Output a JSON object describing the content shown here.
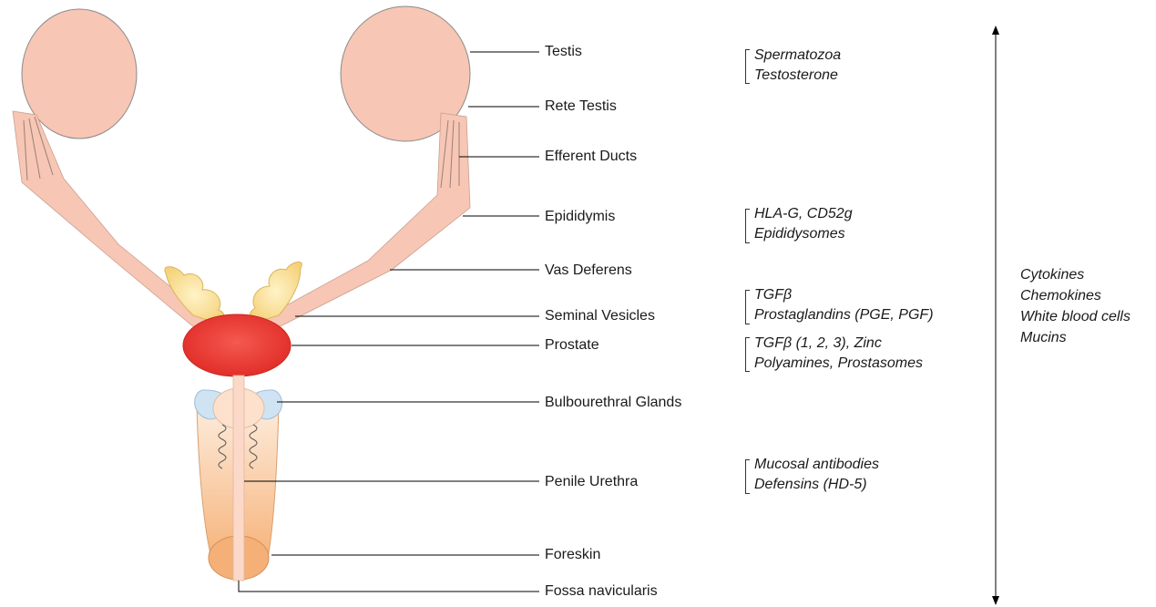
{
  "structures": [
    {
      "key": "testis",
      "label": "Testis"
    },
    {
      "key": "rete_testis",
      "label": "Rete Testis"
    },
    {
      "key": "efferent_ducts",
      "label": "Efferent Ducts"
    },
    {
      "key": "epididymis",
      "label": "Epididymis"
    },
    {
      "key": "vas_deferens",
      "label": "Vas Deferens"
    },
    {
      "key": "seminal_vesicles",
      "label": "Seminal Vesicles"
    },
    {
      "key": "prostate",
      "label": "Prostate"
    },
    {
      "key": "bulbourethral_glands",
      "label": "Bulbourethral Glands"
    },
    {
      "key": "penile_urethra",
      "label": "Penile Urethra"
    },
    {
      "key": "foreskin",
      "label": "Foreskin"
    },
    {
      "key": "fossa_navicularis",
      "label": "Fossa navicularis"
    }
  ],
  "factors": [
    {
      "key": "testis",
      "lines": [
        "Spermatozoa",
        "Testosterone"
      ]
    },
    {
      "key": "epididymis",
      "lines": [
        "HLA-G, CD52g",
        "Epididysomes"
      ]
    },
    {
      "key": "seminal_vesicles",
      "lines": [
        "TGFβ",
        "Prostaglandins (PGE, PGF)"
      ]
    },
    {
      "key": "prostate",
      "lines": [
        "TGFβ (1, 2, 3), Zinc",
        "Polyamines, Prostasomes"
      ]
    },
    {
      "key": "penile_urethra",
      "lines": [
        "Mucosal antibodies",
        "Defensins (HD-5)"
      ]
    }
  ],
  "general_factors": [
    "Cytokines",
    "Chemokines",
    "White blood cells",
    "Mucins"
  ],
  "colors": {
    "testis": "#f7c6b4",
    "testis_stroke": "#8a8a8a",
    "duct": "#f7c6b4",
    "seminal_vesicle": "#f9dd95",
    "prostate": "#e8322d",
    "bulbourethral": "#cfe3f3",
    "penis_top": "#fde6d4",
    "penis_bottom": "#f7bb82",
    "urethra": "#fbd8c8",
    "line": "#000000"
  }
}
